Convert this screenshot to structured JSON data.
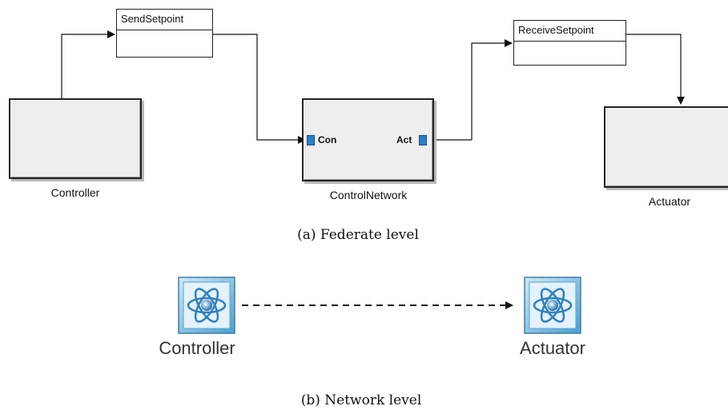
{
  "federate_level": {
    "blocks": {
      "controller": "Controller",
      "control_network": "ControlNetwork",
      "actuator": "Actuator"
    },
    "messages": {
      "send_setpoint": "SendSetpoint",
      "receive_setpoint": "ReceiveSetpoint"
    },
    "ports": {
      "con": "Con",
      "act": "Act"
    },
    "caption": "(a) Federate level"
  },
  "network_level": {
    "federates": {
      "controller": "Controller",
      "actuator": "Actuator"
    },
    "caption": "(b) Network level"
  },
  "colors": {
    "block_fill": "#eeeeee",
    "port_fill": "#2a7fc4",
    "icon_blue": "#4a9fd0"
  }
}
